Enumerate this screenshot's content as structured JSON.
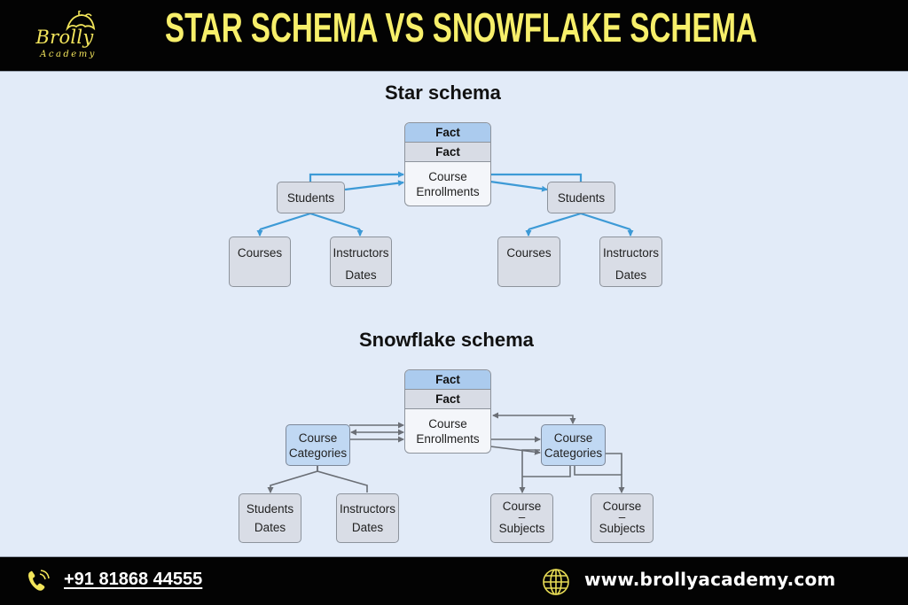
{
  "header": {
    "logo_name": "Brolly",
    "logo_subtitle": "Academy",
    "title": "STAR SCHEMA VS SNOWFLAKE SCHEMA"
  },
  "colors": {
    "header_bg": "#030303",
    "title_yellow": "#f7ef6a",
    "page_bg": "#e2ebf8",
    "star_line": "#3d9ad6",
    "snow_line": "#6b6f76",
    "fact_header_blue": "#abcbee",
    "node_gray": "#d9dde6",
    "node_blue": "#c0d8f3"
  },
  "star": {
    "title": "Star schema",
    "fact": {
      "header1": "Fact",
      "header2": "Fact",
      "line1": "Course",
      "line2": "Enrollments"
    },
    "left_dim": {
      "label": "Students"
    },
    "right_dim": {
      "label": "Students"
    },
    "left_children": [
      {
        "line1": "Courses",
        "line2": ""
      },
      {
        "line1": "Instructors",
        "line2": "Dates"
      }
    ],
    "right_children": [
      {
        "line1": "Courses",
        "line2": ""
      },
      {
        "line1": "Instructors",
        "line2": "Dates"
      }
    ]
  },
  "snowflake": {
    "title": "Snowflake schema",
    "fact": {
      "header1": "Fact",
      "header2": "Fact",
      "line1": "Course",
      "line2": "Enrollments"
    },
    "left_dim": {
      "line1": "Course",
      "line2": "Categories"
    },
    "right_dim": {
      "line1": "Course",
      "line2": "Categories"
    },
    "left_children": [
      {
        "line1": "Students",
        "line2": "Dates"
      },
      {
        "line1": "Instructors",
        "line2": "Dates"
      }
    ],
    "right_children": [
      {
        "line1": "Course",
        "line2": "–",
        "line3": "Subjects"
      },
      {
        "line1": "Course",
        "line2": "–",
        "line3": "Subjects"
      }
    ]
  },
  "footer": {
    "phone": "+91 81868 44555",
    "website": "www.brollyacademy.com"
  }
}
